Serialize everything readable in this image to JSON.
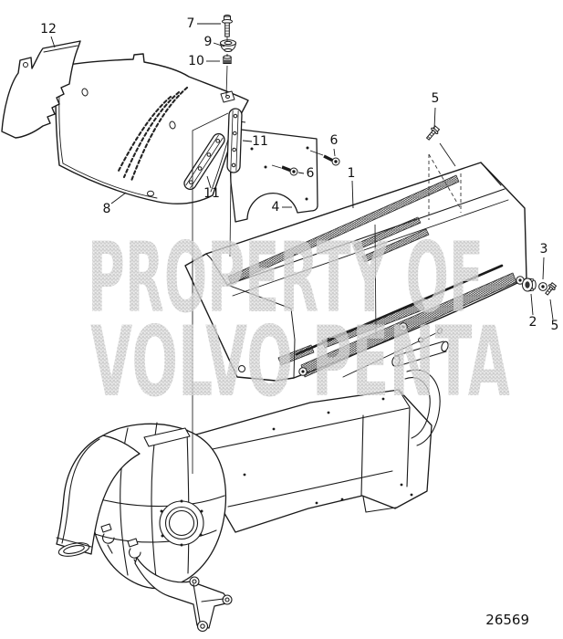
{
  "watermark": {
    "line1": "PROPERTY OF",
    "line2": "VOLVO PENTA"
  },
  "figure_number": "26569",
  "callouts": [
    {
      "label": "1"
    },
    {
      "label": "2"
    },
    {
      "label": "3"
    },
    {
      "label": "4"
    },
    {
      "label": "5"
    },
    {
      "label": "5"
    },
    {
      "label": "6"
    },
    {
      "label": "6"
    },
    {
      "label": "7"
    },
    {
      "label": "8"
    },
    {
      "label": "9"
    },
    {
      "label": "10"
    },
    {
      "label": "11"
    },
    {
      "label": "11"
    },
    {
      "label": "12"
    }
  ]
}
